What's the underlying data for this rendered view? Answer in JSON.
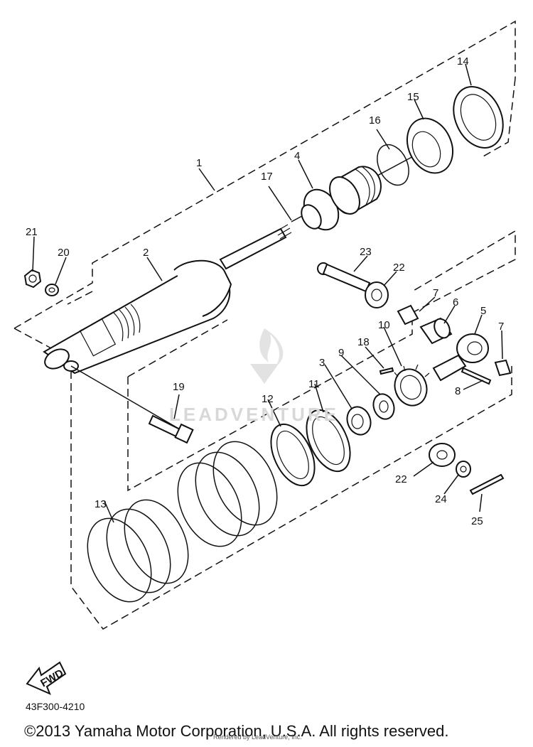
{
  "diagram": {
    "part_numbers": [
      "1",
      "2",
      "3",
      "4",
      "5",
      "6",
      "7",
      "7",
      "8",
      "9",
      "10",
      "11",
      "12",
      "13",
      "14",
      "15",
      "16",
      "17",
      "18",
      "19",
      "20",
      "21",
      "22",
      "22",
      "23",
      "24",
      "25"
    ],
    "direction_arrow_text": "FWD",
    "catalog_code": "43F300-4210",
    "watermark_text": "LEADVENTURE",
    "copyright": "©2013 Yamaha Motor Corporation, U.S.A. All rights reserved.",
    "render_credit": "Rendered by LeadVenture, Inc."
  },
  "colors": {
    "line": "#111111",
    "background": "#ffffff",
    "watermark": "#d8d8d8"
  }
}
